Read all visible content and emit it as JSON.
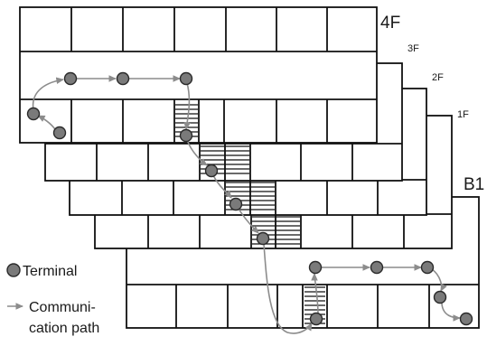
{
  "floors": {
    "f4": "4F",
    "f3": "3F",
    "f2": "2F",
    "f1": "1F",
    "b1": "B1"
  },
  "legend": {
    "terminal_label": "Terminal",
    "path_label_line1": "Communi-",
    "path_label_line2": "cation path"
  },
  "colors": {
    "terminal_fill": "#7a7a7a",
    "terminal_stroke": "#2a2a2a",
    "path": "#8c8c8c",
    "wall": "#111111"
  },
  "icons": {
    "terminal": "terminal-dot-icon",
    "path": "arrow-right-icon"
  }
}
